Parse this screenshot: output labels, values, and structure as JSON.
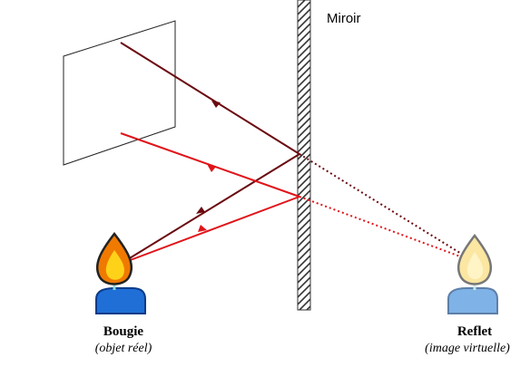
{
  "labels": {
    "mirror": "Miroir",
    "candle_title": "Bougie",
    "candle_sub": "(objet réel)",
    "reflection_title": "Reflet",
    "reflection_sub": "(image virtuelle)"
  },
  "colors": {
    "dark_ray": "#6b0a10",
    "light_ray": "#e0141a",
    "mirror_hatch": "#333333",
    "flame_outer": "#f07a00",
    "flame_inner": "#ffd21a",
    "candle_body": "#1f6fd6",
    "reflection_flame": "#fbe6a2",
    "reflection_body": "#7fb2e6"
  },
  "icons": [
    "candle-icon",
    "reflected-candle-icon",
    "arrowhead-icon"
  ]
}
